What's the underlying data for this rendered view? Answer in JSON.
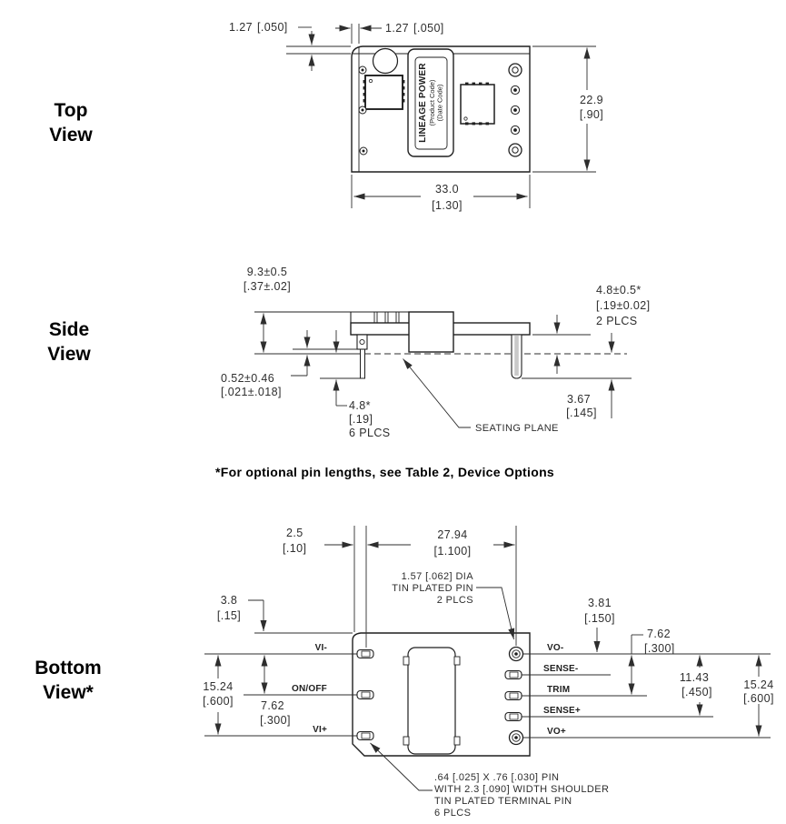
{
  "view_labels": {
    "top": [
      "Top",
      "View"
    ],
    "side": [
      "Side",
      "View"
    ],
    "bottom": [
      "Bottom",
      "View*"
    ]
  },
  "footnote": "*For optional pin lengths, see Table 2, Device Options",
  "module_label": {
    "line1": "LINEAGE POWER",
    "line2": "(Product Code)",
    "line3": "(Date Code)"
  },
  "top_view": {
    "dim_pin_offset_v": {
      "mm": "1.27",
      "in": "[.050]"
    },
    "dim_pin_offset_h": {
      "mm": "1.27",
      "in": "[.050]"
    },
    "dim_height": {
      "mm": "22.9",
      "in": "[.90]"
    },
    "dim_width": {
      "mm": "33.0",
      "in": "[1.30]"
    }
  },
  "side_view": {
    "dim_module_height": {
      "mm": "9.3±0.5",
      "in": "[.37±.02]"
    },
    "dim_standoff": {
      "mm": "0.52±0.46",
      "in": "[.021±.018]"
    },
    "dim_io_pin_length": {
      "mm": "4.8*",
      "in": "[.19]",
      "plcs": "6 PLCS"
    },
    "dim_output_pin_length": {
      "mm": "4.8±0.5*",
      "in": "[.19±0.02]",
      "plcs": "2 PLCS"
    },
    "dim_body_to_seating": {
      "mm": "3.67",
      "in": "[.145]"
    },
    "seating_plane": "SEATING PLANE"
  },
  "bottom_view": {
    "dim_edge_to_pin": {
      "mm": "2.5",
      "in": "[.10]"
    },
    "dim_pin_span": {
      "mm": "27.94",
      "in": "[1.100]"
    },
    "dim_top_to_vi": {
      "mm": "3.8",
      "in": "[.15]"
    },
    "dim_vi_span": {
      "mm": "15.24",
      "in": "[.600]"
    },
    "dim_vi_pitch": {
      "mm": "7.62",
      "in": "[.300]"
    },
    "dim_vo_pitch": {
      "mm": "3.81",
      "in": "[.150]"
    },
    "dim_vo_to_trim": {
      "mm": "7.62",
      "in": "[.300]"
    },
    "dim_vo_to_sense": {
      "mm": "11.43",
      "in": "[.450]"
    },
    "dim_vo_span": {
      "mm": "15.24",
      "in": "[.600]"
    },
    "pins_left": [
      "VI-",
      "ON/OFF",
      "VI+"
    ],
    "pins_right": [
      "VO-",
      "SENSE-",
      "TRIM",
      "SENSE+",
      "VO+"
    ],
    "callout_round_pin": [
      "1.57 [.062] DIA",
      "TIN PLATED PIN",
      "2 PLCS"
    ],
    "callout_terminal_pin": [
      ".64 [.025] X .76 [.030] PIN",
      "WITH 2.3 [.090] WIDTH SHOULDER",
      "TIN PLATED TERMINAL PIN",
      "6 PLCS"
    ]
  }
}
